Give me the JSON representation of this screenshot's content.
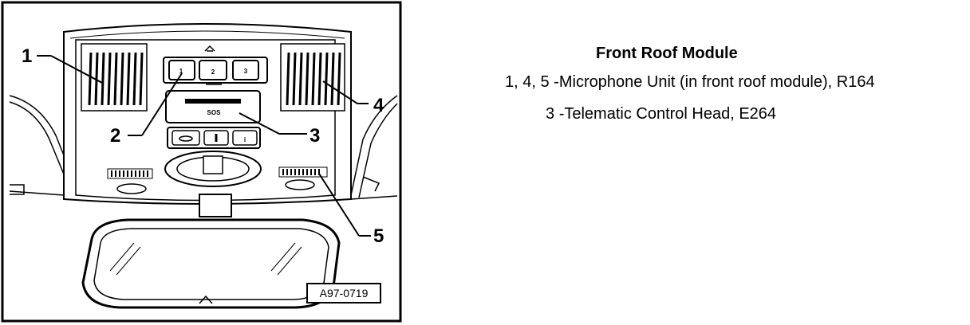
{
  "legend": {
    "title": "Front Roof Module",
    "rows": [
      {
        "numbers": "1, 4, 5",
        "separator": "-",
        "text": "Microphone Unit (in front roof module), R164"
      },
      {
        "numbers": "3",
        "separator": "-",
        "text": "Telematic Control Head, E264"
      }
    ]
  },
  "figure": {
    "reference": "A97-0719",
    "callouts": [
      "1",
      "2",
      "3",
      "4",
      "5"
    ],
    "button_labels": [
      "1",
      "2",
      "3"
    ],
    "sos_label": "SOS",
    "lower_button_label": "i"
  }
}
